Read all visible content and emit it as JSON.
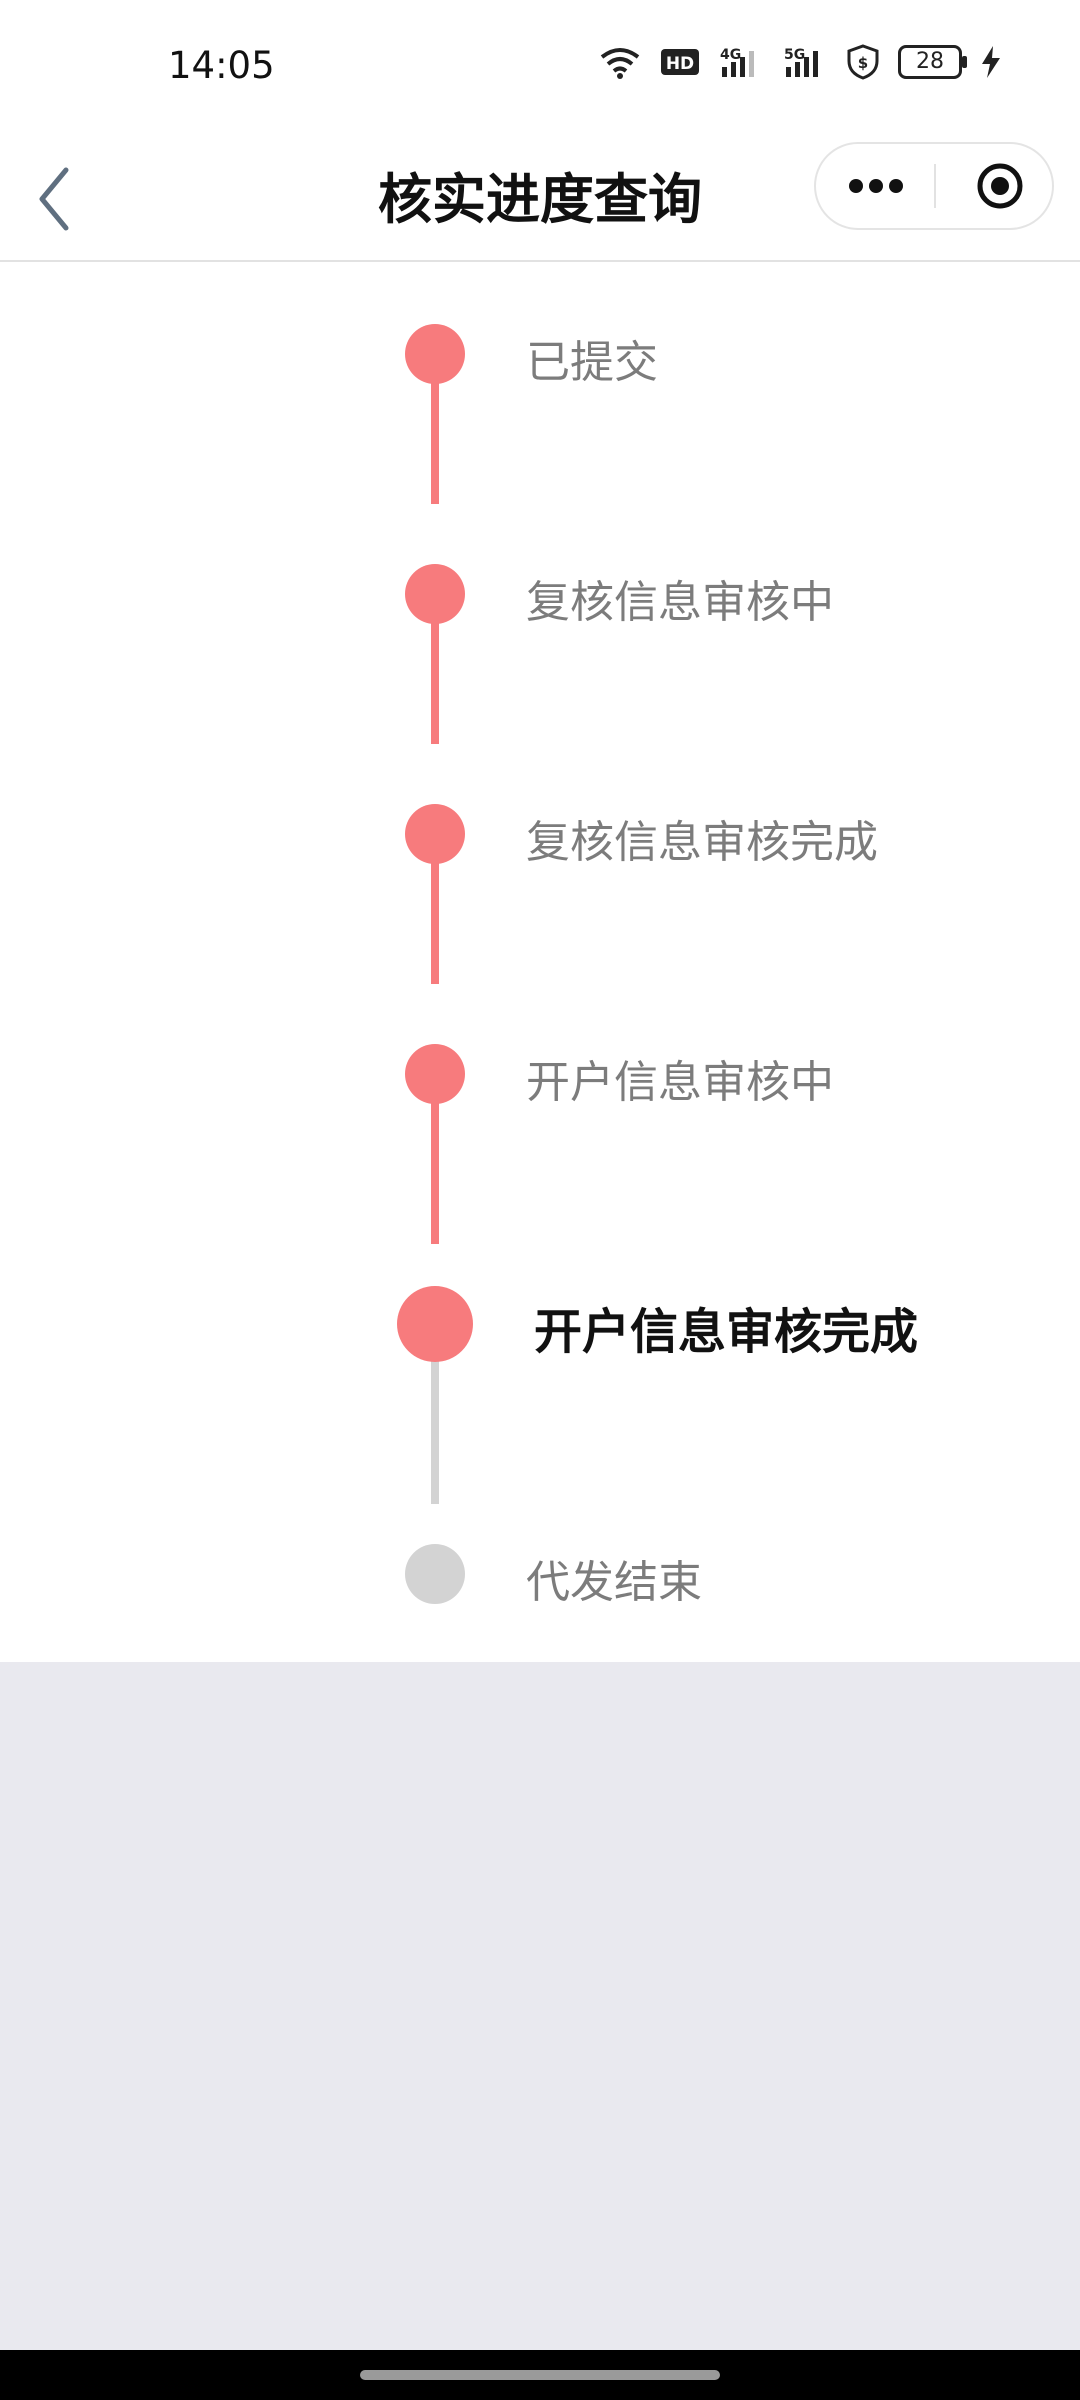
{
  "status_bar": {
    "time": "14:05",
    "battery": "28",
    "icons": [
      "wifi-icon",
      "hd-icon",
      "signal-4g-icon",
      "signal-5g-icon",
      "shield-icon",
      "battery-icon",
      "charging-icon"
    ]
  },
  "nav": {
    "title": "核实进度查询",
    "back_icon": "chevron-left-icon",
    "more_icon": "more-dots-icon",
    "close_icon": "target-icon"
  },
  "timeline": {
    "steps": [
      {
        "label": "已提交",
        "state": "done"
      },
      {
        "label": "复核信息审核中",
        "state": "done"
      },
      {
        "label": "复核信息审核完成",
        "state": "done"
      },
      {
        "label": "开户信息审核中",
        "state": "done"
      },
      {
        "label": "开户信息审核完成",
        "state": "current"
      },
      {
        "label": "代发结束",
        "state": "pending"
      }
    ],
    "colors": {
      "active": "#f77b7d",
      "pending": "#d3d3d3"
    }
  }
}
